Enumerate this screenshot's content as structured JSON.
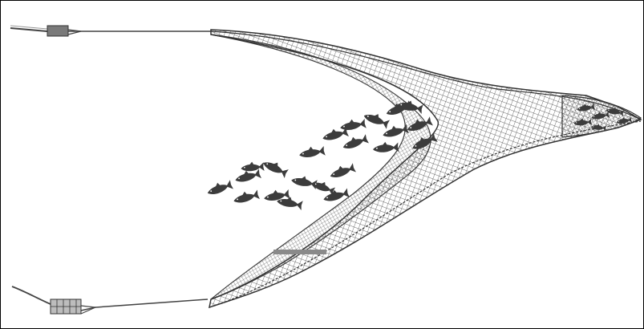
{
  "figure": {
    "subject": "trawl-net-diagram",
    "colors": {
      "background": "#ffffff",
      "frame": "#000000",
      "net_fill": "#e9e9e9",
      "mesh": "#3a3a3a",
      "rope": "#444444",
      "fish": "#3c3c3c",
      "otter_board": "#7a7a7a"
    },
    "parts": [
      "upper-warp-rope",
      "lower-warp-rope",
      "upper-otter-board",
      "lower-otter-board",
      "net-upper-wing",
      "net-lower-wing",
      "net-belly",
      "cod-end",
      "fish-school",
      "fish-in-cod-end",
      "fishing-line"
    ],
    "fish_school_count": 22,
    "cod_end_fish_count": 6
  }
}
